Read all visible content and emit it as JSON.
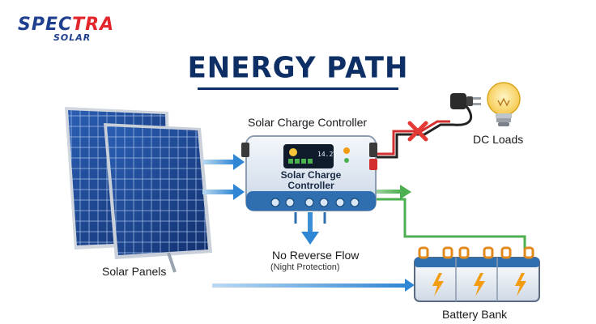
{
  "brand": {
    "name_part1": "SPEC",
    "name_part2": "TRA",
    "name_sub": "SOLAR"
  },
  "title": "ENERGY PATH",
  "labels": {
    "controller": "Solar Charge Controller",
    "dc_loads": "DC Loads",
    "no_reverse": "No Reverse Flow",
    "night_protection": "(Night Protection)",
    "solar_panels": "Solar Panels",
    "battery_bank": "Battery Bank"
  },
  "controller_device": {
    "face_label": "Solar Charge Controller",
    "display_voltage": "14.2V"
  },
  "colors": {
    "title": "#0e2f66",
    "brand_blue": "#1f3f8f",
    "brand_red": "#e2262b",
    "arrow_blue": "#3b8fd6",
    "arrow_green": "#4caf50",
    "wire_red": "#d32f2f",
    "blocked_x": "#e53935"
  },
  "icons": [
    "solar-panel-icon",
    "charge-controller-icon",
    "plug-icon",
    "light-bulb-icon",
    "battery-icon",
    "lightning-icon",
    "x-mark-icon"
  ]
}
